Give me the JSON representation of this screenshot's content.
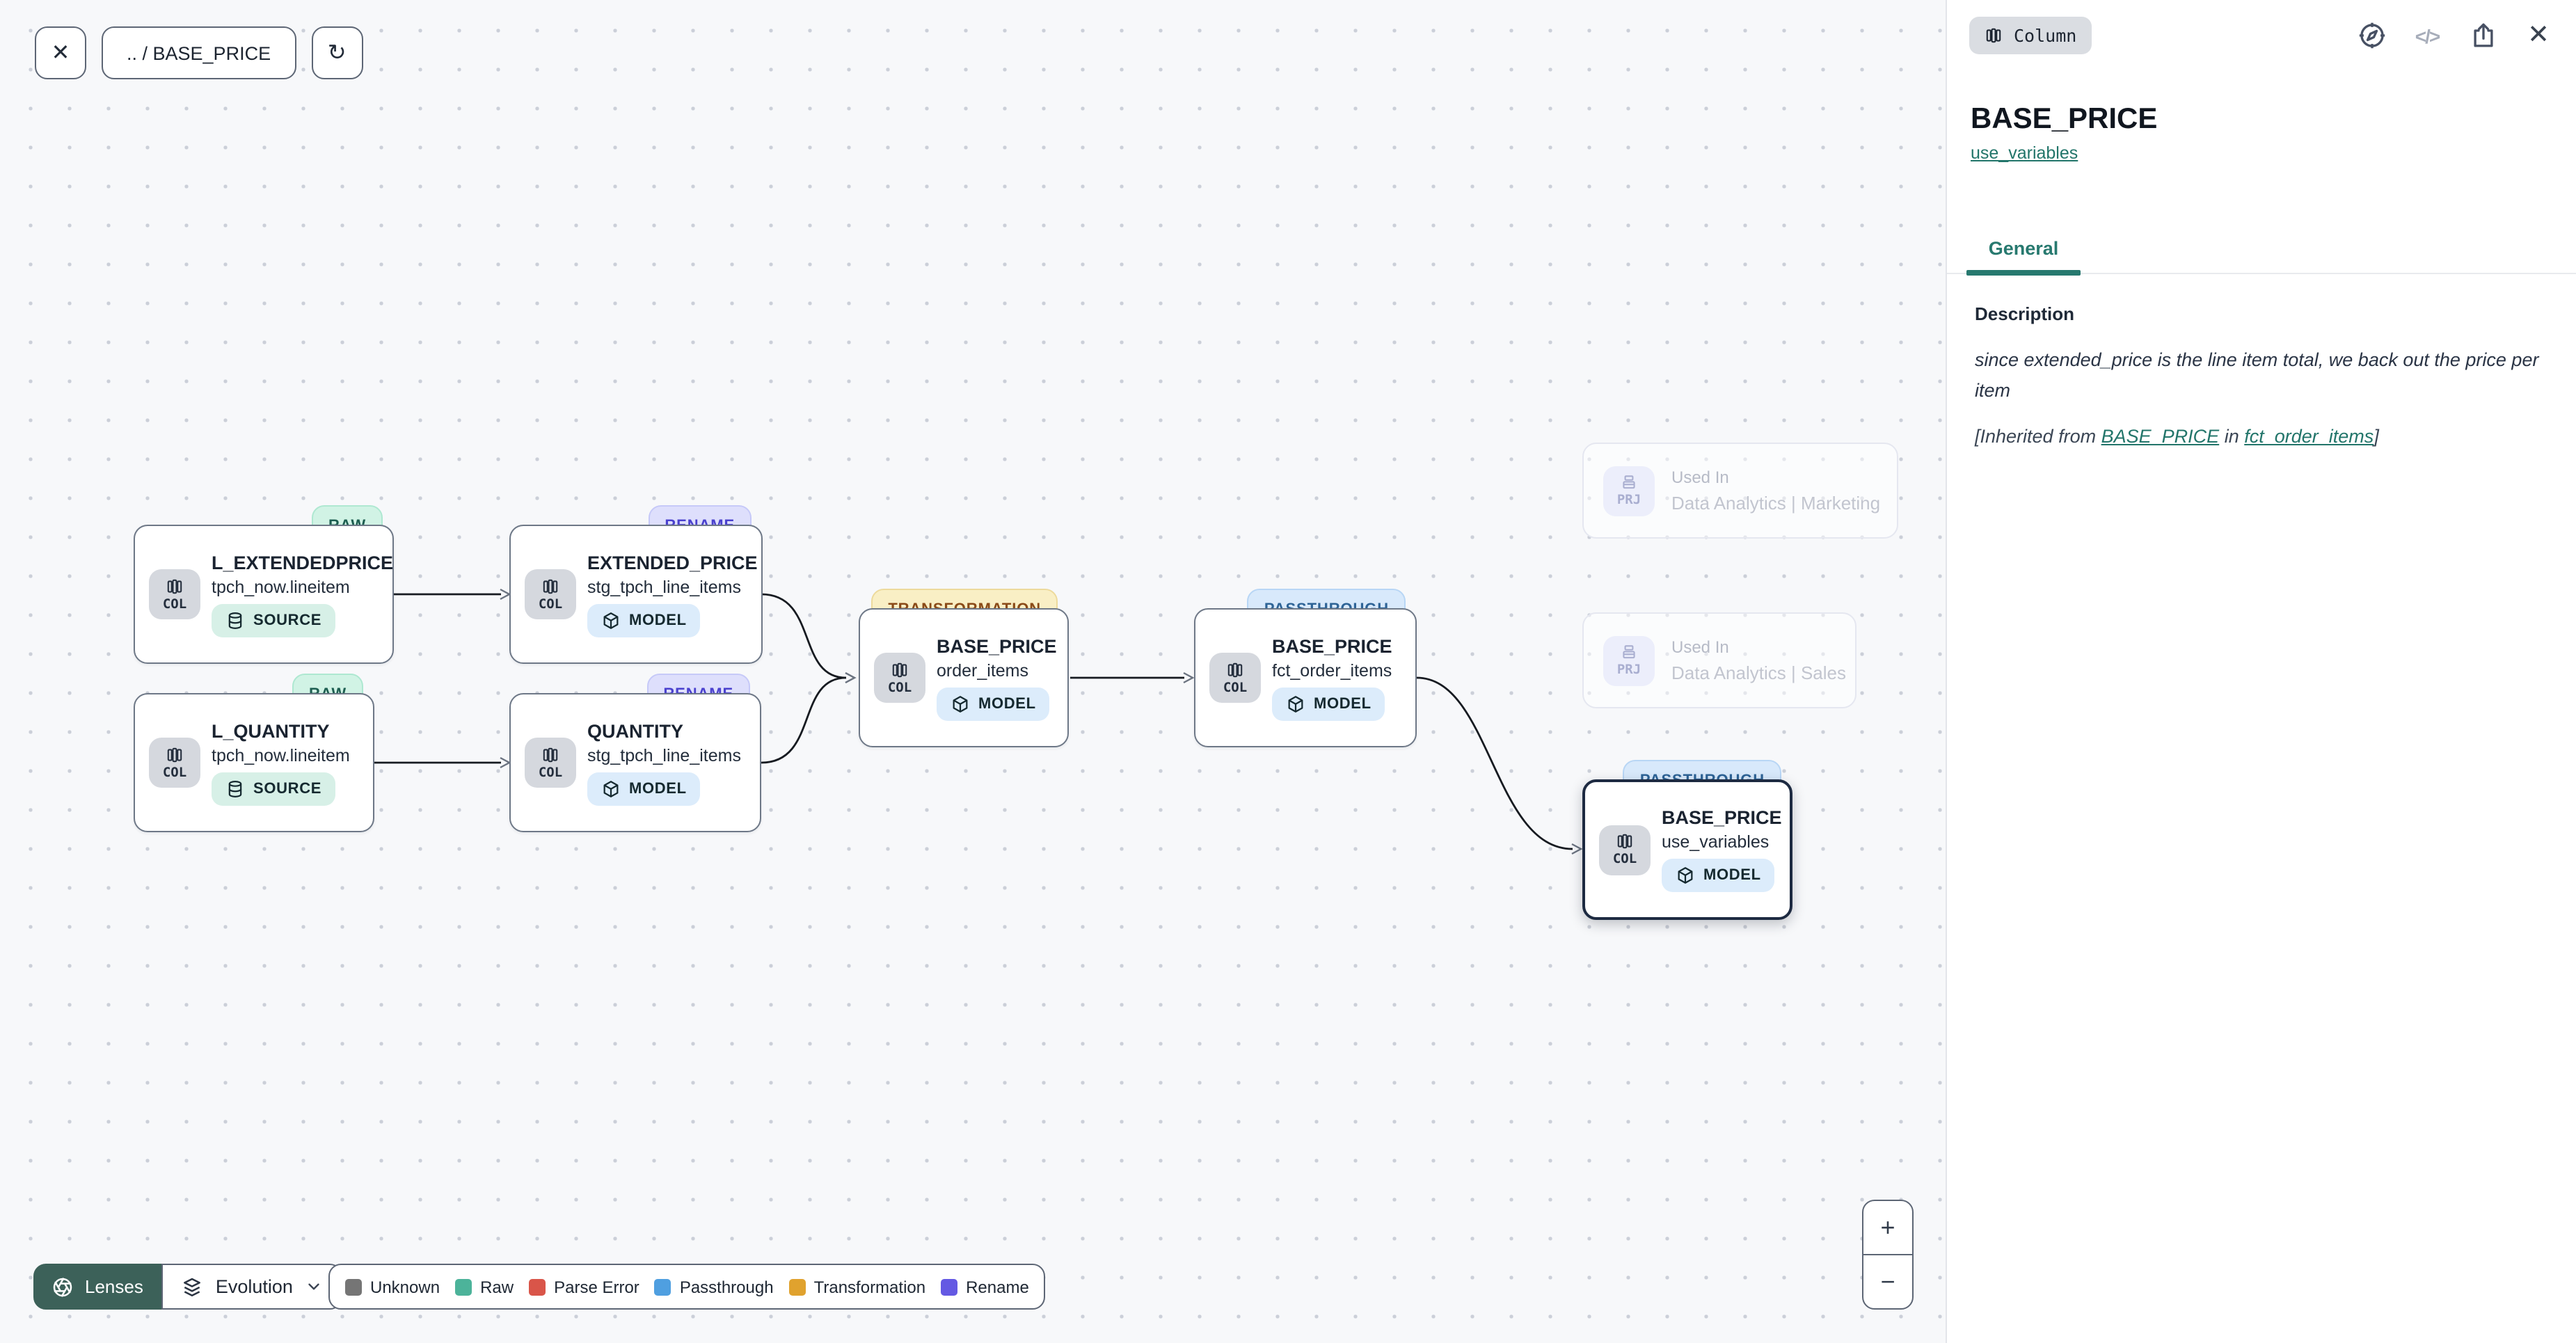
{
  "toolbar": {
    "breadcrumb": ".. / BASE_PRICE"
  },
  "icons": {
    "close": "✕",
    "refresh": "↻",
    "code": "</>",
    "plus": "+",
    "minus": "−"
  },
  "graph": {
    "nodes": [
      {
        "badge": "RAW",
        "icon_label": "COL",
        "title": "L_EXTENDEDPRICE",
        "subtitle": "tpch_now.lineitem",
        "kind": "SOURCE"
      },
      {
        "badge": "RENAME",
        "icon_label": "COL",
        "title": "EXTENDED_PRICE",
        "subtitle": "stg_tpch_line_items",
        "kind": "MODEL"
      },
      {
        "badge": "RAW",
        "icon_label": "COL",
        "title": "L_QUANTITY",
        "subtitle": "tpch_now.lineitem",
        "kind": "SOURCE"
      },
      {
        "badge": "RENAME",
        "icon_label": "COL",
        "title": "QUANTITY",
        "subtitle": "stg_tpch_line_items",
        "kind": "MODEL"
      },
      {
        "badge": "TRANSFORMATION",
        "icon_label": "COL",
        "title": "BASE_PRICE",
        "subtitle": "order_items",
        "kind": "MODEL"
      },
      {
        "badge": "PASSTHROUGH",
        "icon_label": "COL",
        "title": "BASE_PRICE",
        "subtitle": "fct_order_items",
        "kind": "MODEL"
      },
      {
        "badge": "PASSTHROUGH",
        "icon_label": "COL",
        "title": "BASE_PRICE",
        "subtitle": "use_variables",
        "kind": "MODEL"
      }
    ],
    "used_in": [
      {
        "icon_label": "PRJ",
        "label": "Used In",
        "project": "Data Analytics | Marketing"
      },
      {
        "icon_label": "PRJ",
        "label": "Used In",
        "project": "Data Analytics | Sales"
      }
    ]
  },
  "footer": {
    "lenses_label": "Lenses",
    "lens_selected": "Evolution",
    "legend": [
      {
        "label": "Unknown",
        "color": "#757575"
      },
      {
        "label": "Raw",
        "color": "#4cb39a"
      },
      {
        "label": "Parse Error",
        "color": "#d95549"
      },
      {
        "label": "Passthrough",
        "color": "#4f9fe0"
      },
      {
        "label": "Transformation",
        "color": "#e0a22e"
      },
      {
        "label": "Rename",
        "color": "#6459e3"
      }
    ]
  },
  "panel": {
    "type_badge": "Column",
    "title": "BASE_PRICE",
    "model_link": "use_variables",
    "tabs": [
      {
        "label": "General"
      }
    ],
    "description": {
      "label": "Description",
      "text": "since extended_price is the line item total, we back out the price per item",
      "inherited_prefix": "[Inherited from ",
      "inherited_link_column": "BASE_PRICE",
      "inherited_infix": " in ",
      "inherited_link_model": "fct_order_items",
      "inherited_suffix": "]"
    }
  }
}
